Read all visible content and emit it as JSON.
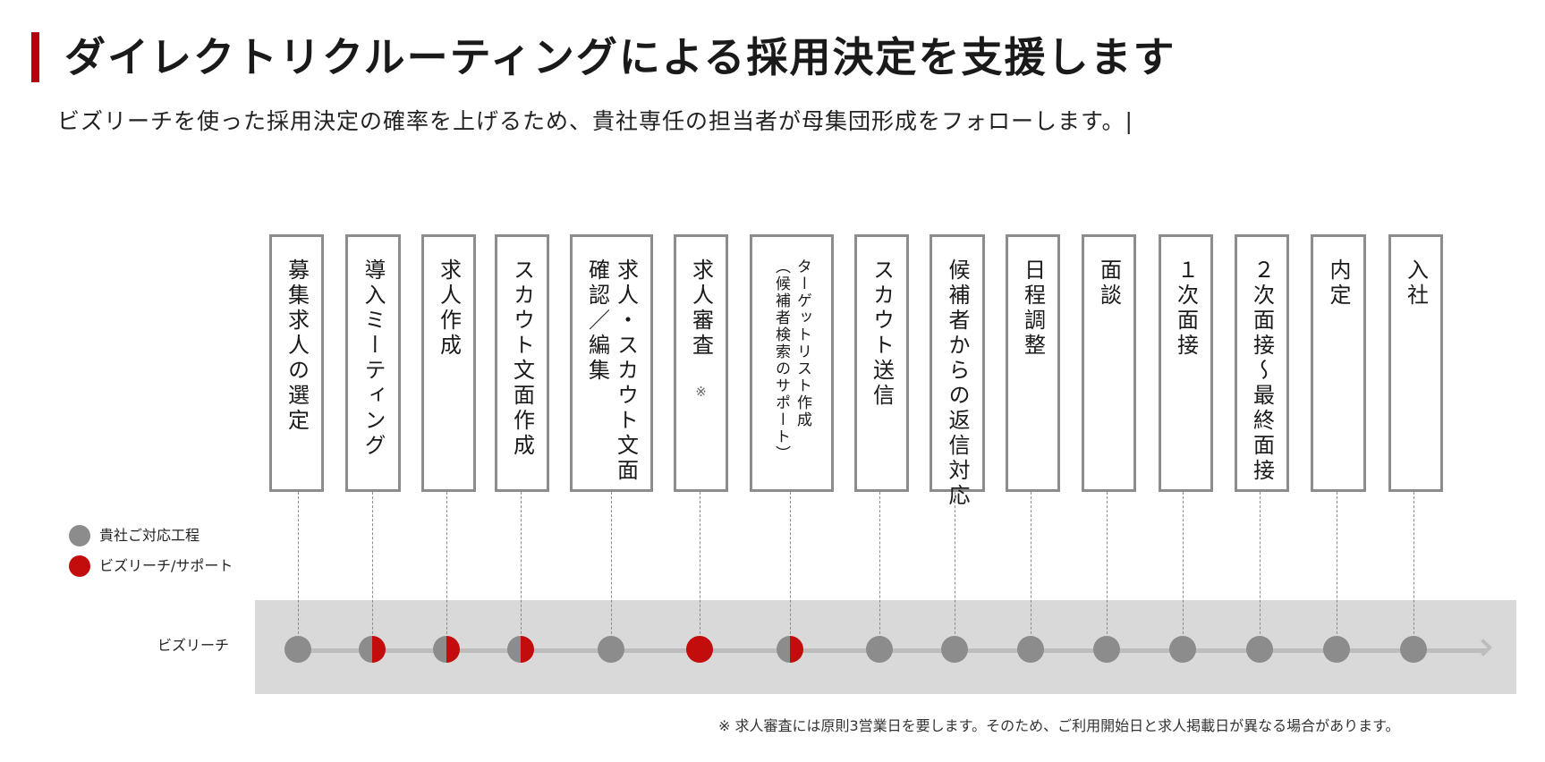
{
  "header": {
    "title": "ダイレクトリクルーティングによる採用決定を支援します",
    "subtitle": "ビズリーチを使った採用決定の確率を上げるため、貴社専任の担当者が母集団形成をフォローします。|"
  },
  "legend": {
    "company_label": "貴社ご対応工程",
    "bizreach_label": "ビズリーチ/サポート"
  },
  "track": {
    "label": "ビズリーチ"
  },
  "colors": {
    "accent_red": "#c30d0d",
    "company_gray": "#8c8c8c",
    "title_bar_red": "#b7000f"
  },
  "steps": [
    {
      "lines": [
        "募集求人の選定"
      ],
      "status": "company"
    },
    {
      "lines": [
        "導入ミーティング"
      ],
      "status": "shared"
    },
    {
      "lines": [
        "求人作成"
      ],
      "status": "shared"
    },
    {
      "lines": [
        "スカウト文面作成"
      ],
      "status": "shared"
    },
    {
      "lines": [
        "求人・スカウト文面",
        "確認／編集"
      ],
      "status": "company"
    },
    {
      "lines": [
        "求人審査"
      ],
      "mark": "※",
      "status": "bizreach"
    },
    {
      "lines": [
        "ターゲットリスト作成",
        "（候補者検索のサポート）"
      ],
      "small": true,
      "status": "shared"
    },
    {
      "lines": [
        "スカウト送信"
      ],
      "status": "company"
    },
    {
      "lines": [
        "候補者からの返信対応"
      ],
      "status": "company"
    },
    {
      "lines": [
        "日程調整"
      ],
      "status": "company"
    },
    {
      "lines": [
        "面談"
      ],
      "status": "company"
    },
    {
      "lines": [
        "１次面接"
      ],
      "status": "company"
    },
    {
      "lines": [
        "２次面接～最終面接"
      ],
      "status": "company"
    },
    {
      "lines": [
        "内定"
      ],
      "status": "company"
    },
    {
      "lines": [
        "入社"
      ],
      "status": "company"
    }
  ],
  "footnote": "※ 求人審査には原則3営業日を要します。そのため、ご利用開始日と求人掲載日が異なる場合があります。"
}
